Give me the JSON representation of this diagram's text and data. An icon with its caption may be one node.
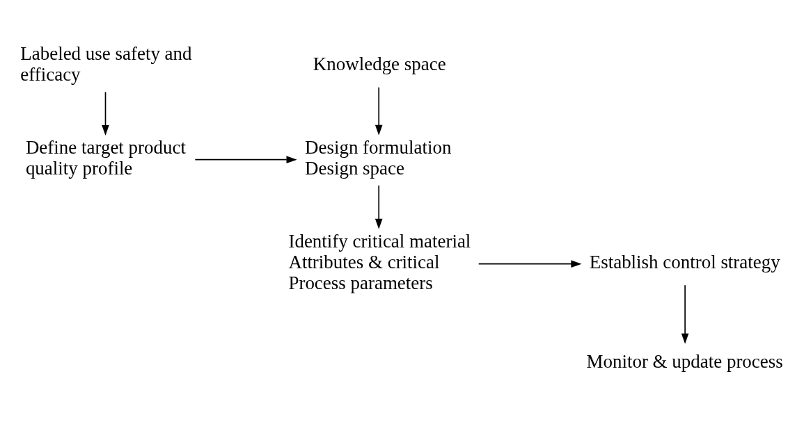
{
  "diagram": {
    "nodes": [
      {
        "text": [
          "Labeled use safety and efficacy"
        ]
      },
      {
        "text": [
          "Define target product quality profile"
        ]
      },
      {
        "text": [
          "Knowledge space"
        ]
      },
      {
        "text": [
          "Design formulation",
          "Design space"
        ]
      },
      {
        "text": [
          "Identify critical material Attributes & critical Process parameters"
        ]
      },
      {
        "text": [
          "Establish control strategy"
        ]
      },
      {
        "text": [
          "Monitor & update process"
        ]
      }
    ],
    "edges": [
      {
        "from": 0,
        "to": 1,
        "arrow": "to"
      },
      {
        "from": 2,
        "to": 3,
        "arrow": "to"
      },
      {
        "from": 1,
        "to": 3,
        "arrow": "to"
      },
      {
        "from": 3,
        "to": 4,
        "arrow": "to"
      },
      {
        "from": 4,
        "to": 5,
        "arrow": "to"
      },
      {
        "from": 5,
        "to": 6,
        "arrow": "to"
      }
    ]
  }
}
